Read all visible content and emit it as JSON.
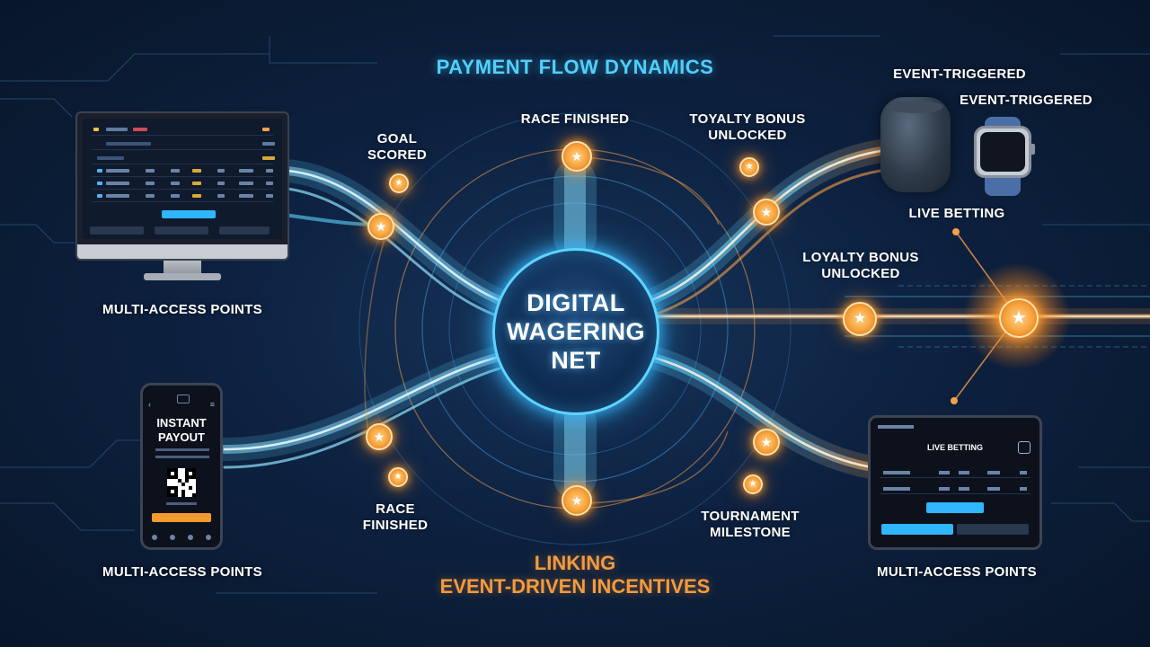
{
  "titles": {
    "top": "PAYMENT FLOW DYNAMICS",
    "bottom_line1": "LINKING",
    "bottom_line2": "EVENT-DRIVEN INCENTIVES"
  },
  "hub": {
    "line1": "DIGITAL",
    "line2": "WAGERING",
    "line3": "NET"
  },
  "labels": {
    "goal_scored_1": "GOAL",
    "goal_scored_2": "SCORED",
    "race_finished_top": "RACE FINISHED",
    "toyalty_1": "TOYALTY BONUS",
    "toyalty_2": "UNLOCKED",
    "event_triggered_1": "EVENT-TRIGGERED",
    "event_triggered_2": "EVENT-TRIGGERED",
    "live_betting": "LIVE BETTING",
    "loyalty_1": "LOYALTY BONUS",
    "loyalty_2": "UNLOCKED",
    "race_finished_bottom_1": "RACE",
    "race_finished_bottom_2": "FINISHED",
    "tournament_1": "TOURNAMENT",
    "tournament_2": "MILESTONE",
    "access_top_left": "MULTI-ACCESS POINTS",
    "access_bottom_left": "MULTI-ACCESS POINTS",
    "access_bottom_right": "MULTI-ACCESS POINTS"
  },
  "phone": {
    "title_line1": "INSTANT",
    "title_line2": "PAYOUT"
  },
  "tablet": {
    "title": "LIVE BETTING"
  },
  "colors": {
    "flow_blue": "#4fd0ff",
    "flow_orange": "#f59a3c",
    "background": "#0d2140",
    "node_orange": "#f6a23a"
  },
  "icons": {
    "node": "star-icon"
  }
}
